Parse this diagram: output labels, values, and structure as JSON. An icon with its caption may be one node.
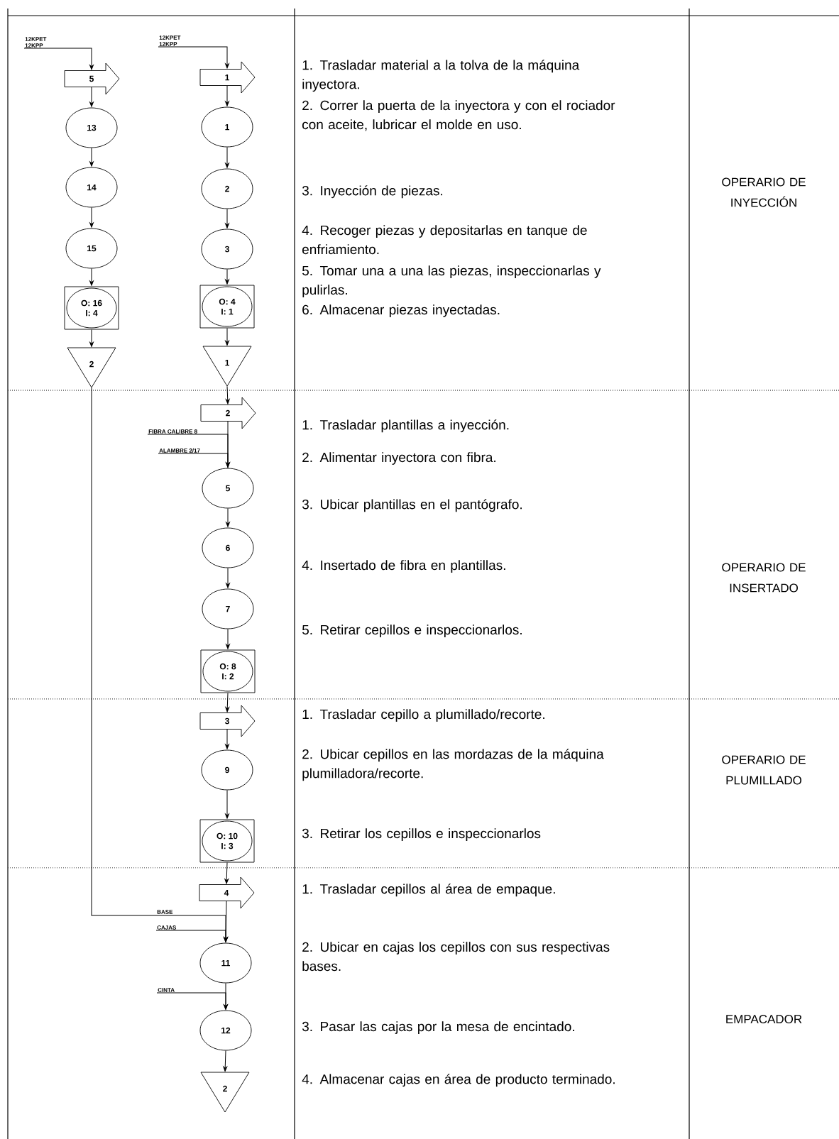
{
  "diagram": {
    "nodes": [
      {
        "text": [
          "12KPET",
          "12KPP"
        ]
      },
      {
        "text": [
          "5"
        ]
      },
      {
        "text": [
          "13"
        ]
      },
      {
        "text": [
          "14"
        ]
      },
      {
        "text": [
          "15"
        ]
      },
      {
        "text": [
          "O: 16",
          "I: 4"
        ]
      },
      {
        "text": [
          "2"
        ]
      },
      {
        "text": [
          "12KPET",
          "12KPP"
        ]
      },
      {
        "text": [
          "1"
        ]
      },
      {
        "text": [
          "1"
        ]
      },
      {
        "text": [
          "2"
        ]
      },
      {
        "text": [
          "3"
        ]
      },
      {
        "text": [
          "O: 4",
          "I: 1"
        ]
      },
      {
        "text": [
          "1"
        ]
      },
      {
        "text": [
          "2"
        ]
      },
      {
        "text": [
          "FIBRA CALIBRE 8"
        ]
      },
      {
        "text": [
          "ALAMBRE 2/17"
        ]
      },
      {
        "text": [
          "5"
        ]
      },
      {
        "text": [
          "6"
        ]
      },
      {
        "text": [
          "7"
        ]
      },
      {
        "text": [
          "O: 8",
          "I: 2"
        ]
      },
      {
        "text": [
          "3"
        ]
      },
      {
        "text": [
          "9"
        ]
      },
      {
        "text": [
          "O: 10",
          "I: 3"
        ]
      },
      {
        "text": [
          "4"
        ]
      },
      {
        "text": [
          "CAJAS"
        ]
      },
      {
        "text": [
          "11"
        ]
      },
      {
        "text": [
          "CINTA"
        ]
      },
      {
        "text": [
          "12"
        ]
      },
      {
        "text": [
          "2"
        ]
      }
    ],
    "edges": [
      {
        "from": 0,
        "to": 1,
        "arrow": "to"
      },
      {
        "from": 1,
        "to": 2,
        "arrow": "to"
      },
      {
        "from": 2,
        "to": 3,
        "arrow": "to"
      },
      {
        "from": 3,
        "to": 4,
        "arrow": "to"
      },
      {
        "from": 4,
        "to": 5,
        "arrow": "to"
      },
      {
        "from": 5,
        "to": 6,
        "arrow": "to"
      },
      {
        "from": 7,
        "to": 8,
        "arrow": "to"
      },
      {
        "from": 8,
        "to": 9,
        "arrow": "to"
      },
      {
        "from": 9,
        "to": 10,
        "arrow": "to"
      },
      {
        "from": 10,
        "to": 11,
        "arrow": "to"
      },
      {
        "from": 11,
        "to": 12,
        "arrow": "to"
      },
      {
        "from": 12,
        "to": 13,
        "arrow": "to"
      },
      {
        "from": 13,
        "to": 14,
        "arrow": "to"
      },
      {
        "from": 14,
        "to": 17,
        "arrow": "none"
      },
      {
        "from": 15,
        "to": 17,
        "arrow": "to"
      },
      {
        "from": 16,
        "to": 17,
        "arrow": "to"
      },
      {
        "from": 17,
        "to": 18,
        "arrow": "to"
      },
      {
        "from": 18,
        "to": 19,
        "arrow": "to"
      },
      {
        "from": 19,
        "to": 20,
        "arrow": "to"
      },
      {
        "from": 20,
        "to": 21,
        "arrow": "to"
      },
      {
        "from": 21,
        "to": 22,
        "arrow": "to"
      },
      {
        "from": 22,
        "to": 23,
        "arrow": "to"
      },
      {
        "from": 23,
        "to": 24,
        "arrow": "to"
      },
      {
        "from": 24,
        "to": 26,
        "arrow": "to"
      },
      {
        "from": 6,
        "to": 26,
        "arrow": "to",
        "label": "BASE"
      },
      {
        "from": 25,
        "to": 26,
        "arrow": "to"
      },
      {
        "from": 26,
        "to": 28,
        "arrow": "to"
      },
      {
        "from": 27,
        "to": 28,
        "arrow": "to"
      },
      {
        "from": 28,
        "to": 29,
        "arrow": "to"
      }
    ],
    "labels": [
      "1. Trasladar material a la tolva de la máquina inyectora.",
      "2. Correr la puerta de la inyectora y con el rociador con aceite, lubricar el molde en uso.",
      "3. Inyección de piezas.",
      "4. Recoger piezas y depositarlas en tanque de enfriamiento.",
      "5. Tomar una a una las piezas, inspeccionarlas y pulirlas.",
      "6. Almacenar piezas inyectadas.",
      "OPERARIO DE INYECCIÓN",
      "1. Trasladar plantillas a inyección.",
      "2. Alimentar inyectora con fibra.",
      "3. Ubicar plantillas en el pantógrafo.",
      "4. Insertado de fibra en plantillas.",
      "5. Retirar cepillos e inspeccionarlos.",
      "OPERARIO DE INSERTADO",
      "1. Trasladar cepillo a plumillado/recorte.",
      "2. Ubicar cepillos en las mordazas de la máquina plumilladora/recorte.",
      "3. Retirar los cepillos e inspeccionarlos",
      "OPERARIO DE PLUMILLADO",
      "1. Trasladar cepillos al área de empaque.",
      "2. Ubicar en cajas los cepillos con sus respectivas bases.",
      "3. Pasar las cajas por la mesa de encintado.",
      "4. Almacenar cajas en área de producto terminado.",
      "EMPACADOR"
    ]
  }
}
